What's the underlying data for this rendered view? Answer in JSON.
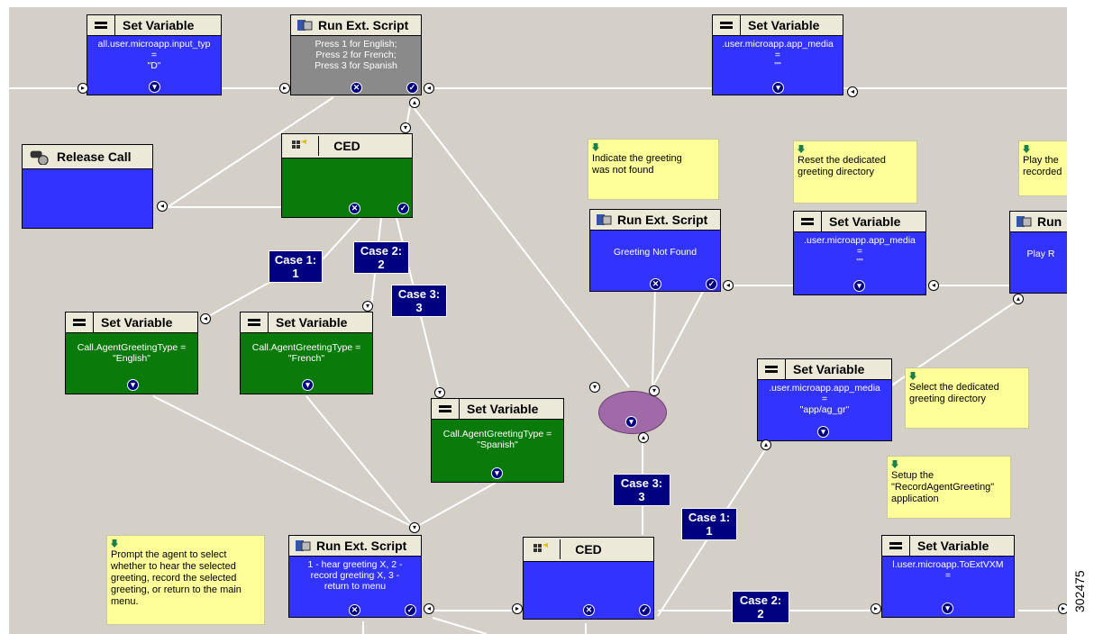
{
  "nodes": {
    "sv1": {
      "title": "Set Variable",
      "body": "all.user.microapp.input_typ\n=\n\"D\""
    },
    "rs1": {
      "title": "Run Ext. Script",
      "body": "Press 1 for English;\nPress 2 for French;\nPress 3 for Spanish"
    },
    "sv2": {
      "title": "Set Variable",
      "body": ".user.microapp.app_media\n=\n\"\""
    },
    "release": {
      "title": "Release Call"
    },
    "ced1": {
      "title": "CED"
    },
    "rs2": {
      "title": "Run Ext. Script",
      "body": "Greeting Not Found"
    },
    "sv3": {
      "title": "Set Variable",
      "body": ".user.microapp.app_media\n=\n\"\""
    },
    "rs3": {
      "title": "Run",
      "body": "Play R"
    },
    "sv4": {
      "title": "Set Variable",
      "body": "Call.AgentGreetingType =\n\"English\""
    },
    "sv5": {
      "title": "Set Variable",
      "body": "Call.AgentGreetingType =\n\"French\""
    },
    "sv6": {
      "title": "Set Variable",
      "body": "Call.AgentGreetingType =\n\"Spanish\""
    },
    "sv7": {
      "title": "Set Variable",
      "body": ".user.microapp.app_media\n=\n\"app/ag_gr\""
    },
    "rs4": {
      "title": "Run Ext. Script",
      "body": "1 - hear greeting X,  2 -\nrecord greeting X,  3 -\nreturn to menu"
    },
    "ced2": {
      "title": "CED"
    },
    "sv8": {
      "title": "Set Variable",
      "body": "l.user.microapp.ToExtVXM\n="
    }
  },
  "cases": {
    "c1": "Case 1:\n1",
    "c2": "Case 2:\n2",
    "c3": "Case 3:\n3",
    "c4": "Case 3:\n3",
    "c5": "Case 1:\n1",
    "c6": "Case 2:\n2"
  },
  "notes": {
    "n1": "Indicate the greeting\nwas not found",
    "n2": "Reset the dedicated\ngreeting directory",
    "n3": "Play the\nrecorded",
    "n4": "Select the dedicated\ngreeting directory",
    "n5": "Setup the\n\"RecordAgentGreeting\"\napplication",
    "n6": "Prompt the agent to select\nwhether to hear the selected\ngreeting, record the selected\ngreeting, or return to the main\nmenu."
  },
  "figure_id": "302475",
  "colors": {
    "canvas": "#d4d0c8",
    "blue_node": "#3333ff",
    "green_node": "#0a7a0a",
    "gray_node": "#8a8a8a",
    "case_label": "#000080",
    "note": "#ffff99",
    "connector": "#ffffff",
    "end_node": "#a06aa8"
  }
}
